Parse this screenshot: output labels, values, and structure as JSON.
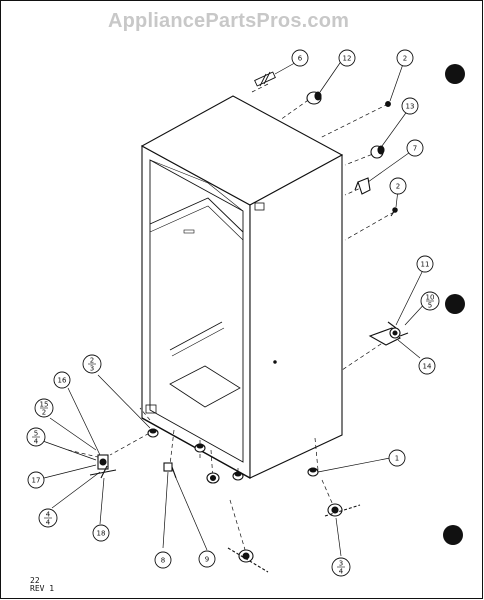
{
  "watermark": "AppliancePartsPros.com",
  "footer": {
    "page": "22",
    "revision": "REV 1"
  },
  "callouts": [
    {
      "id": "c6",
      "top": "6"
    },
    {
      "id": "c12",
      "top": "12"
    },
    {
      "id": "c2a",
      "top": "2"
    },
    {
      "id": "c13",
      "top": "13"
    },
    {
      "id": "c7",
      "top": "7"
    },
    {
      "id": "c2b",
      "top": "2"
    },
    {
      "id": "c11",
      "top": "11"
    },
    {
      "id": "c10_5",
      "top": "10",
      "bottom": "5"
    },
    {
      "id": "c14",
      "top": "14"
    },
    {
      "id": "c2_3",
      "top": "2",
      "bottom": "3"
    },
    {
      "id": "c16",
      "top": "16"
    },
    {
      "id": "c15_2",
      "top": "15",
      "bottom": "2"
    },
    {
      "id": "c5_4",
      "top": "5",
      "bottom": "4"
    },
    {
      "id": "c17",
      "top": "17"
    },
    {
      "id": "c4_4",
      "top": "4",
      "bottom": "4"
    },
    {
      "id": "c18",
      "top": "18"
    },
    {
      "id": "c1",
      "top": "1"
    },
    {
      "id": "c8",
      "top": "8"
    },
    {
      "id": "c9",
      "top": "9"
    },
    {
      "id": "c3_4",
      "top": "3",
      "bottom": "4"
    }
  ],
  "colors": {
    "ink": "#111111",
    "watermark": "#c8c8c8"
  }
}
